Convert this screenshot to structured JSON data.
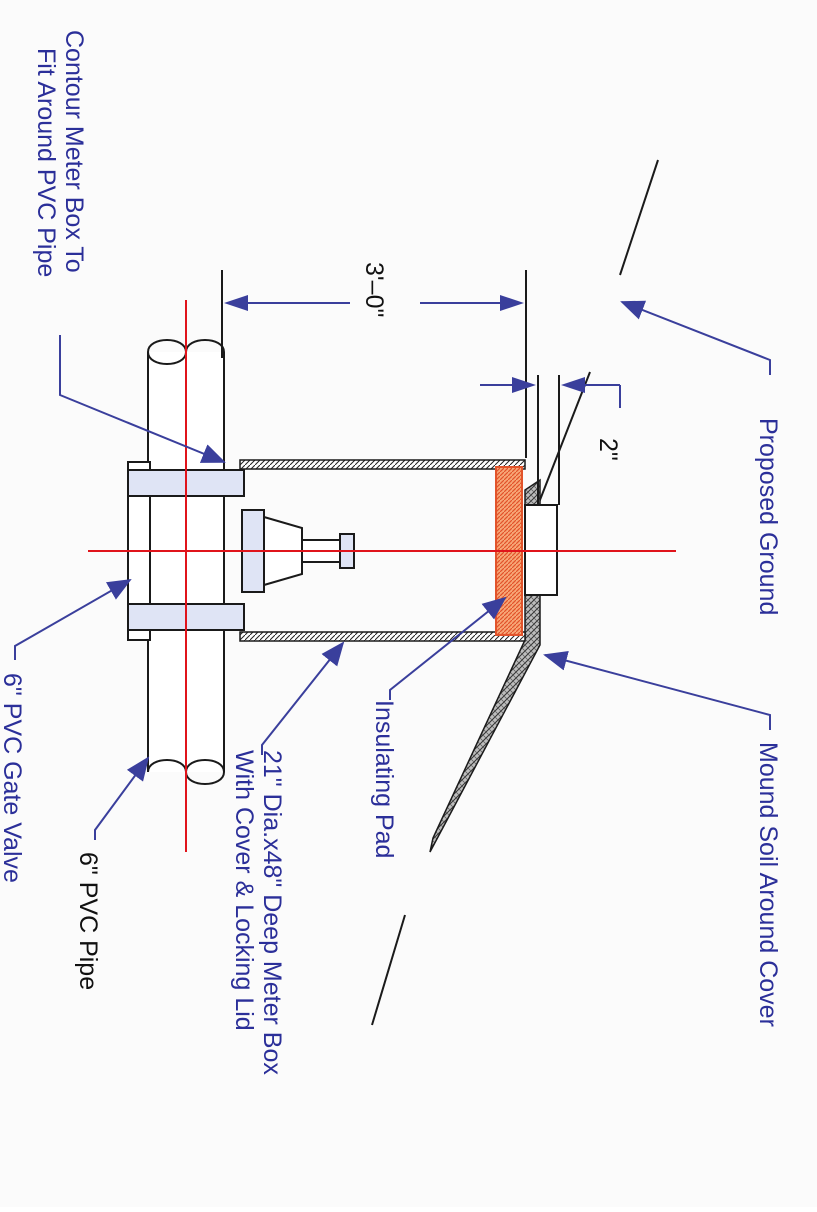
{
  "labels": {
    "proposed_ground": "Proposed Ground",
    "mound_soil": "Mound Soil Around Cover",
    "insulating_pad": "Insulating Pad",
    "meter_box_line1": "21\" Dia.x48\" Deep Meter Box",
    "meter_box_line2": "With Cover & Locking Lid",
    "pvc_pipe": "6\" PVC Pipe",
    "gate_valve": "6\" PVC Gate Valve",
    "contour_line1": "Contour Meter Box To",
    "contour_line2": "Fit Around PVC Pipe",
    "dim_3ft": "3'–0\"",
    "dim_2in": "2\""
  },
  "colors": {
    "label_blue": "#2b2f99",
    "leader_blue": "#3a3f9c",
    "label_black": "#111111",
    "centerline_red": "#e0141b",
    "insulation_orange": "#f26a2e",
    "hatch_gray": "#555555",
    "line_black": "#1a1a1a"
  }
}
